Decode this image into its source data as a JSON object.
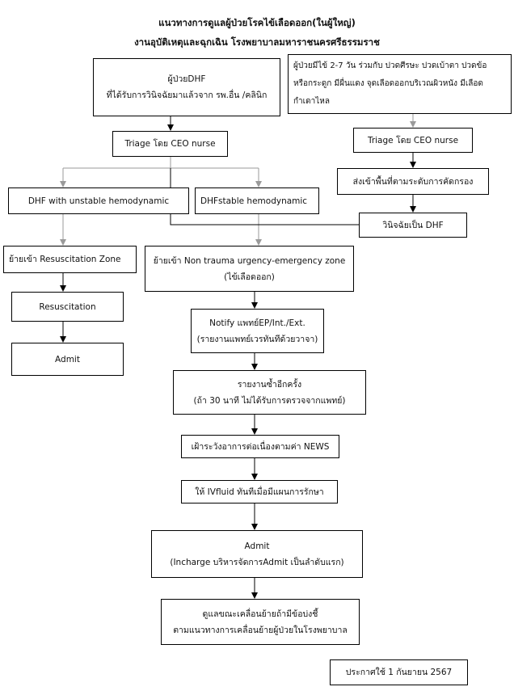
{
  "header": {
    "title_line1": "แนวทางการดูแลผู้ป่วยโรคไข้เลือดออก(ในผู้ใหญ่)",
    "title_line2": "งานอุบัติเหตุและฉุกเฉิน โรงพยาบาลมหาราชนครศรีธรรมราช"
  },
  "flow": {
    "referred_patient": {
      "line1": "ผู้ป่วยDHF",
      "line2": "ที่ได้รับการวินิจฉัยมาแล้วจาก รพ.อื่น /คลินิก"
    },
    "symptom_patient": {
      "line1": "ผู้ป่วยมีไข้ 2-7 วัน ร่วมกับ ปวดศีรษะ ปวดเบ้าตา ปวดข้อ",
      "line2": "หรือกระดูก มีผื่นแดง จุดเลือดออกบริเวณผิวหนัง มีเลือด",
      "line3": "กำเดาไหล"
    },
    "triage_left": "Triage โดย CEO nurse",
    "triage_right": "Triage โดย CEO nurse",
    "send_area": "ส่งเข้าพื้นที่ตามระดับการคัดกรอง",
    "diagnose_dhf": "วินิจฉัยเป็น DHF",
    "unstable": "DHF with unstable hemodynamic",
    "stable": "DHFstable hemodynamic",
    "move_resus": "ย้ายเข้า Resuscitation Zone",
    "move_nontrauma": {
      "line1": "ย้ายเข้า Non trauma urgency-emergency zone",
      "line2": "(ไข้เลือดออก)"
    },
    "resuscitation": "Resuscitation",
    "admit_left": "Admit",
    "notify": {
      "line1": "Notify แพทย์EP/Int./Ext.",
      "line2": "(รายงานแพทย์เวรทันทีด้วยวาจา)"
    },
    "report_again": {
      "line1": "รายงานซ้ำอีกครั้ง",
      "line2": "(ถ้า 30 นาที ไม่ได้รับการตรวจจากแพทย์)"
    },
    "monitor_news": "เฝ้าระวังอาการต่อเนื่องตามค่า NEWS",
    "iv_fluid": "ให้ IVfluid ทันทีเมื่อมีแผนการรักษา",
    "admit_center": {
      "line1": "Admit",
      "line2": "(Incharge บริหารจัดการAdmit เป็นลำดับแรก)"
    },
    "transfer_care": {
      "line1": "ดูแลขณะเคลื่อนย้ายถ้ามีข้อบ่งชี้",
      "line2": "ตามแนวทางการเคลื่อนย้ายผู้ป่วยในโรงพยาบาล"
    }
  },
  "footer": {
    "announcement": "ประกาศใช้ 1 กันยายน 2567"
  },
  "colors": {
    "line_gray": "#9a9a9a",
    "line_black": "#000000"
  }
}
